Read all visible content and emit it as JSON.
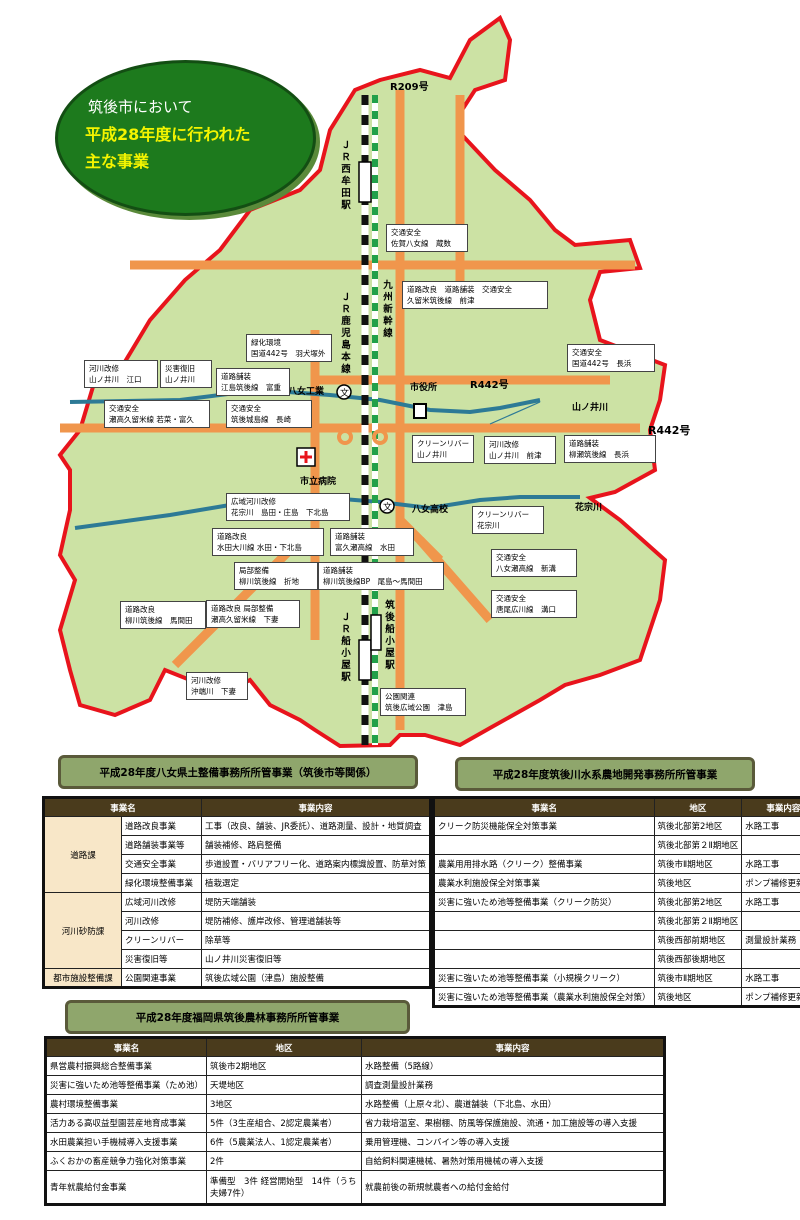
{
  "title": {
    "line1": "筑後市において",
    "line2": "平成28年度に行われた",
    "line3": "主な事業"
  },
  "roads": {
    "r209": "R209号",
    "r442a": "R442号",
    "r442b": "R442号"
  },
  "rails": {
    "jr_nishimuta": "ＪＲ西牟田駅",
    "jr_kagoshima": "ＪＲ鹿児島本線",
    "shinkansen": "九州新幹線",
    "jr_funagoya": "ＪＲ船小屋駅",
    "chikugo_funagoya": "筑後船小屋駅"
  },
  "places": {
    "city_hall": "市役所",
    "hospital": "市立病院",
    "yame_kogyo": "八女工業",
    "yame_koko": "八女高校",
    "yamanoi_river": "山ノ井川",
    "hanamune_river": "花宗川"
  },
  "labels": [
    {
      "lines": [
        "交通安全",
        "佐賀八女線　蔵数"
      ]
    },
    {
      "lines": [
        "道路改良　道路舗装　交通安全",
        "久留米筑後線　前津"
      ]
    },
    {
      "lines": [
        "緑化環境",
        "国道442号　羽犬塚外"
      ]
    },
    {
      "lines": [
        "交通安全",
        "国道442号　長浜"
      ]
    },
    {
      "lines": [
        "河川改修",
        "山ノ井川　江口"
      ]
    },
    {
      "lines": [
        "災害復旧",
        "山ノ井川"
      ]
    },
    {
      "lines": [
        "道路舗装",
        "江島筑後線　富重"
      ]
    },
    {
      "lines": [
        "交通安全",
        "瀬高久留米線 若菜・富久"
      ]
    },
    {
      "lines": [
        "交通安全",
        "筑後城島線　長崎"
      ]
    },
    {
      "lines": [
        "クリーンリバー",
        "山ノ井川"
      ]
    },
    {
      "lines": [
        "河川改修",
        "山ノ井川　前津"
      ]
    },
    {
      "lines": [
        "道路舗装",
        "柳瀬筑後線　長浜"
      ]
    },
    {
      "lines": [
        "広域河川改修",
        "花宗川　島田・庄島　下北島"
      ]
    },
    {
      "lines": [
        "クリーンリバー",
        "花宗川"
      ]
    },
    {
      "lines": [
        "道路改良",
        "水田大川線 水田・下北島"
      ]
    },
    {
      "lines": [
        "道路舗装",
        "富久瀬高線　水田"
      ]
    },
    {
      "lines": [
        "交通安全",
        "八女瀬高線　新溝"
      ]
    },
    {
      "lines": [
        "局部整備",
        "柳川筑後線　折地"
      ]
    },
    {
      "lines": [
        "道路舗装",
        "柳川筑後線BP　尾島～馬間田"
      ]
    },
    {
      "lines": [
        "交通安全",
        "唐尾広川線　溝口"
      ]
    },
    {
      "lines": [
        "道路改良",
        "柳川筑後線　馬間田"
      ]
    },
    {
      "lines": [
        "道路改良 局部整備",
        "瀬高久留米線　下妻"
      ]
    },
    {
      "lines": [
        "河川改修",
        "沖端川　下妻"
      ]
    },
    {
      "lines": [
        "公園関連",
        "筑後広域公園　津島"
      ]
    }
  ],
  "table1": {
    "banner": "平成28年度八女県土整備事務所所管事業（筑後市等関係）",
    "headers": [
      "事業名",
      "事業内容"
    ],
    "groups": [
      {
        "name": "道路課",
        "rows": [
          {
            "item": "道路改良事業",
            "content": "工事（改良、舗装、JR委託）、道路測量、設計・地質調査"
          },
          {
            "item": "道路舗装事業等",
            "content": "舗装補修、路肩整備"
          },
          {
            "item": "交通安全事業",
            "content": "歩道設置・バリアフリー化、道路案内標識設置、防草対策"
          },
          {
            "item": "緑化環境整備事業",
            "content": "植栽選定"
          }
        ]
      },
      {
        "name": "河川砂防課",
        "rows": [
          {
            "item": "広域河川改修",
            "content": "堤防天端舗装"
          },
          {
            "item": "河川改修",
            "content": "堤防補修、護岸改修、管理道舗装等"
          },
          {
            "item": "クリーンリバー",
            "content": "除草等"
          },
          {
            "item": "災害復旧等",
            "content": "山ノ井川災害復旧等"
          }
        ]
      },
      {
        "name": "都市施設整備課",
        "rows": [
          {
            "item": "公園関連事業",
            "content": "筑後広域公園（津島）施設整備"
          }
        ]
      }
    ]
  },
  "table2": {
    "banner": "平成28年度筑後川水系農地開発事務所所管事業",
    "headers": [
      "事業名",
      "地区",
      "事業内容"
    ],
    "rows": [
      [
        "クリーク防災機能保全対策事業",
        "筑後北部第2地区",
        "水路工事"
      ],
      [
        "",
        "筑後北部第２Ⅱ期地区",
        ""
      ],
      [
        "農業用用排水路（クリーク）整備事業",
        "筑後市Ⅱ期地区",
        "水路工事"
      ],
      [
        "農業水利施設保全対策事業",
        "筑後地区",
        "ポンプ補修更新工事"
      ],
      [
        "災害に強いため池等整備事業（クリーク防災）",
        "筑後北部第2地区",
        "水路工事"
      ],
      [
        "",
        "筑後北部第２Ⅱ期地区",
        ""
      ],
      [
        "",
        "筑後西部前期地区",
        "測量設計業務"
      ],
      [
        "",
        "筑後西部後期地区",
        ""
      ],
      [
        "災害に強いため池等整備事業（小規模クリーク）",
        "筑後市Ⅱ期地区",
        "水路工事"
      ],
      [
        "災害に強いため池等整備事業（農業水利施設保全対策）",
        "筑後地区",
        "ポンプ補修更新工事"
      ]
    ]
  },
  "table3": {
    "banner": "平成28年度福岡県筑後農林事務所所管事業",
    "headers": [
      "事業名",
      "地区",
      "事業内容"
    ],
    "rows": [
      [
        "県営農村振興総合整備事業",
        "筑後市2期地区",
        "水路整備（5路線）"
      ],
      [
        "災害に強いため池等整備事業（ため池）",
        "天堤地区",
        "調査測量設計業務"
      ],
      [
        "農村環境整備事業",
        "3地区",
        "水路整備（上原々北）、農道舗装（下北島、水田）"
      ],
      [
        "活力ある高収益型園芸産地育成事業",
        "5件（3生産組合、2認定農業者）",
        "省力栽培温室、果樹棚、防風等保護施設、流通・加工施設等の導入支援"
      ],
      [
        "水田農業担い手機械導入支援事業",
        "6件（5農業法人、1認定農業者）",
        "乗用管理機、コンバイン等の導入支援"
      ],
      [
        "ふくおかの畜産競争力強化対策事業",
        "2件",
        "自給飼料関連機械、暑熱対策用機械の導入支援"
      ],
      [
        "青年就農給付金事業",
        "準備型　3件 経営開始型　14件（うち夫婦7件）",
        "就農前後の新規就農者への給付金給付"
      ]
    ]
  },
  "colors": {
    "land": "#cce2a4",
    "border": "#e8141c",
    "road": "#f0964c",
    "river": "#2d7a96",
    "title_bg": "#1d7a1d",
    "title_accent": "#f4f400",
    "banner": "#8fa66c",
    "header": "#4a3b1c",
    "group": "#f8e7c8"
  }
}
